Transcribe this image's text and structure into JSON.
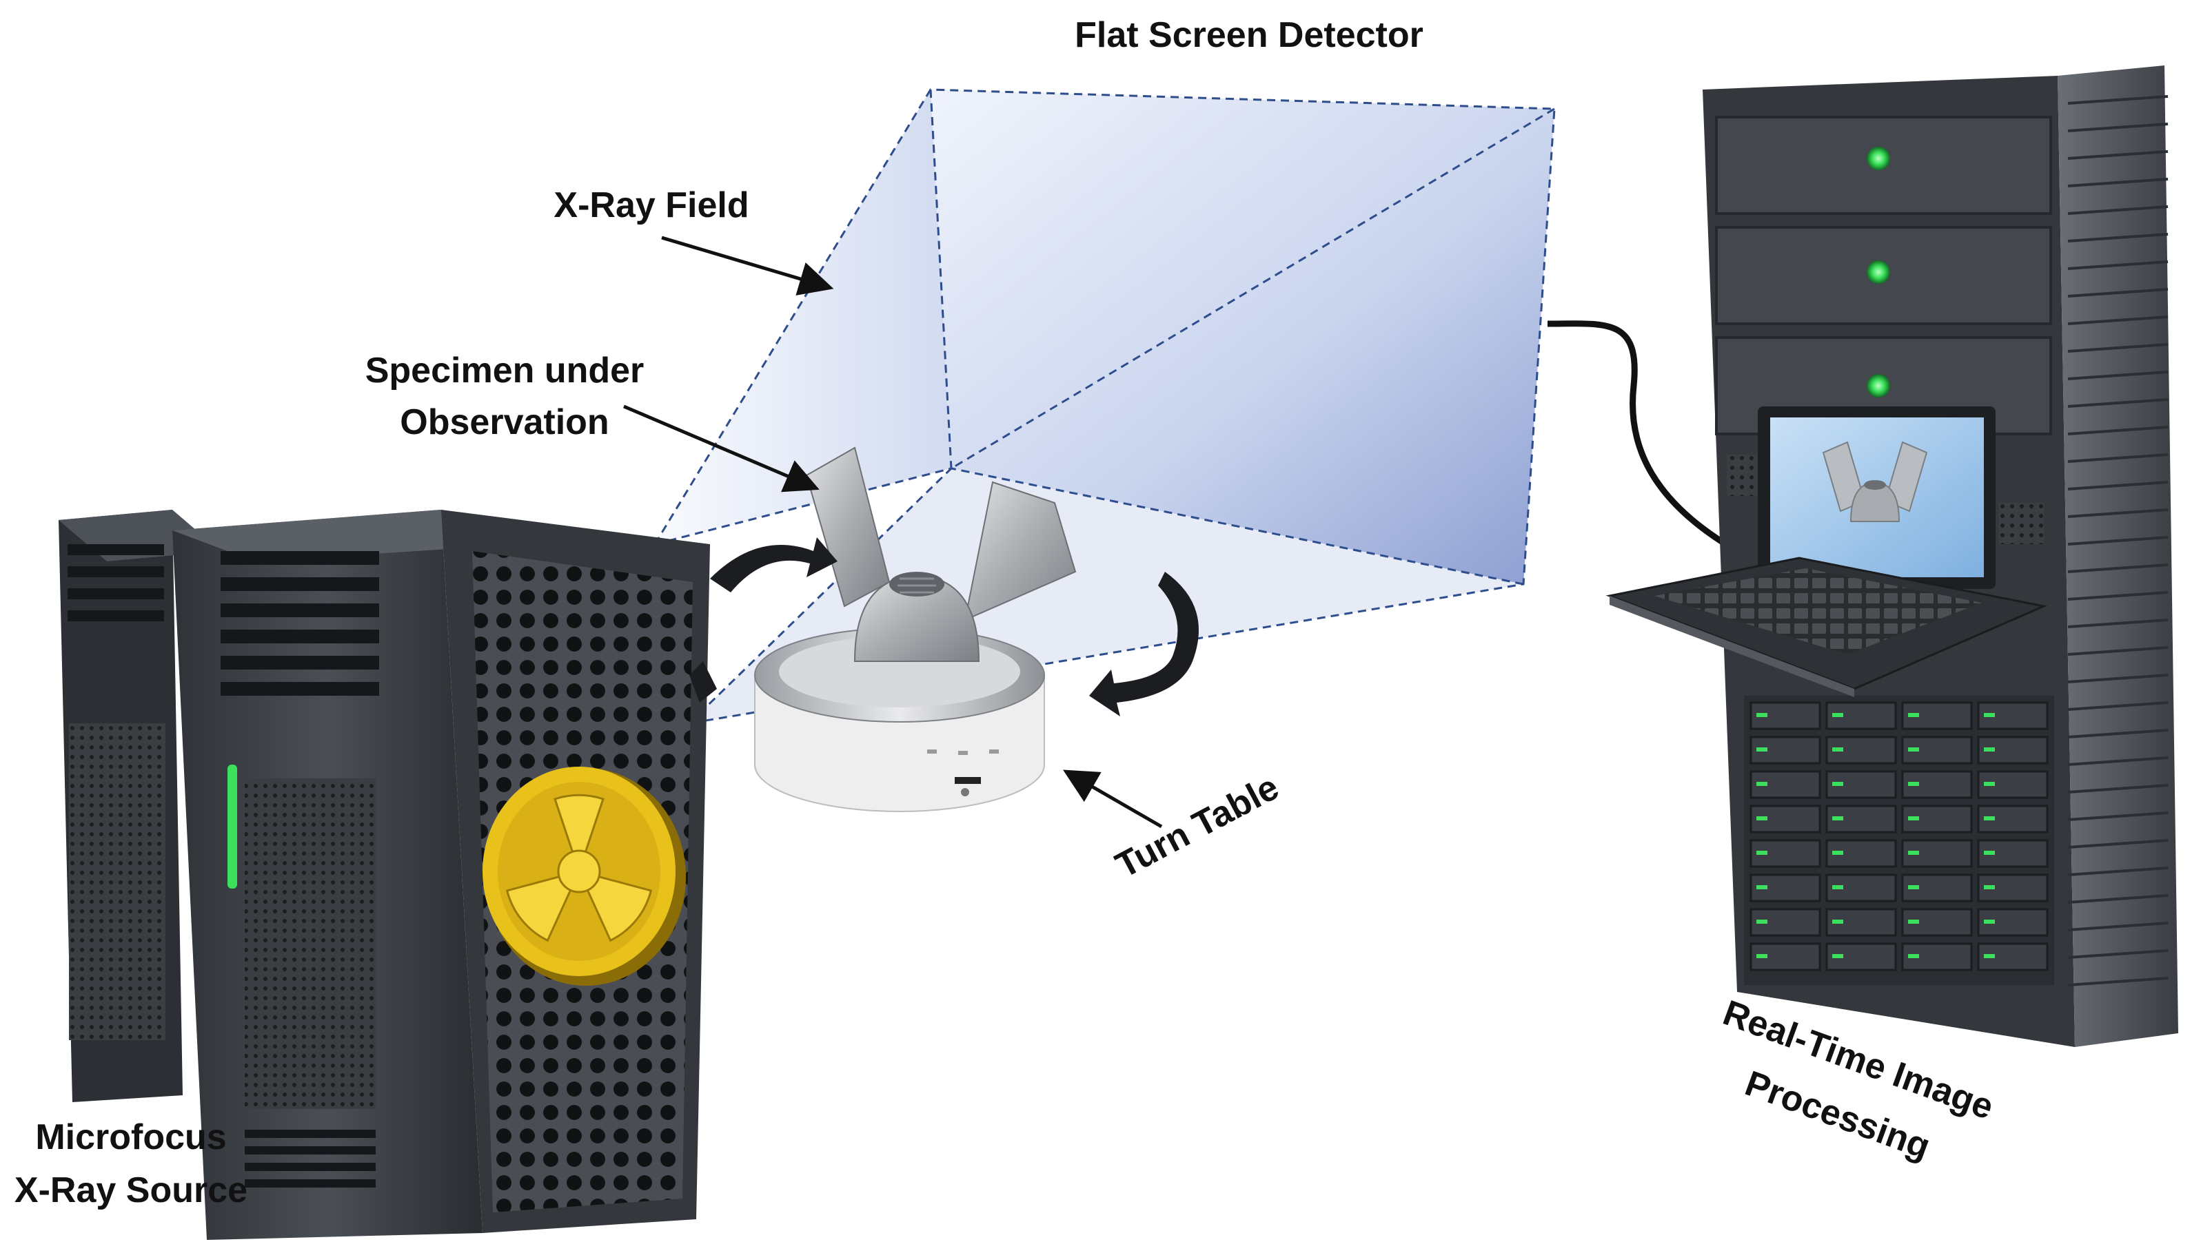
{
  "labels": {
    "detector": "Flat Screen Detector",
    "field": "X-Ray Field",
    "specimen_line1": "Specimen under",
    "specimen_line2": "Observation",
    "source_line1": "Microfocus",
    "source_line2": "X-Ray Source",
    "turntable": "Turn Table",
    "processing_line1": "Real-Time Image",
    "processing_line2": "Processing"
  },
  "colors": {
    "cabinet_dark": "#3b3f44",
    "cabinet_mid": "#4f545a",
    "radiation_yellow": "#e8c21a",
    "status_led_green": "#3de05a",
    "field_tint": "#9fb2de",
    "field_outline": "#2e4d8c",
    "arrow_black": "#111111",
    "turntable_white": "#f0f0f0",
    "screen_blue": "#9cc3ea"
  },
  "icons": {
    "source": "radiation-trefoil-icon",
    "arrows": "rotation-arrow-icon",
    "laptop": "laptop-icon",
    "specimen": "wing-nut-icon"
  }
}
